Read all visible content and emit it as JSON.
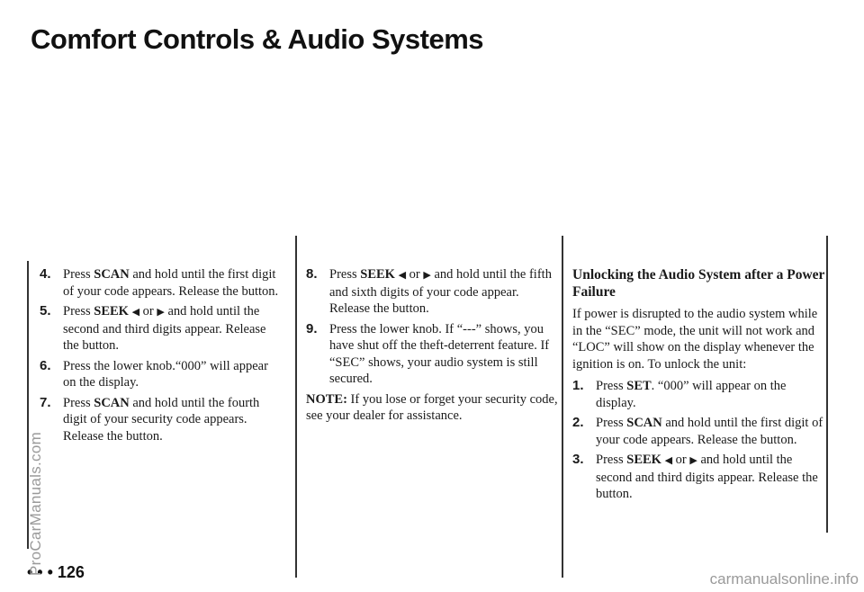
{
  "header": {
    "title": "Comfort Controls & Audio Systems"
  },
  "left_column": {
    "items": [
      {
        "num": "4.",
        "p1": "Press ",
        "b1": "SCAN",
        "p2": " and hold until the first digit of your code appears. Release the button."
      },
      {
        "num": "5.",
        "p1": "Press ",
        "b1": "SEEK",
        "arrow_left": "◀",
        "mid": " or ",
        "arrow_right": "▶",
        "p2": " and hold until the second and third digits appear. Release the button."
      },
      {
        "num": "6.",
        "text": "Press the lower knob.“000” will appear on the display."
      },
      {
        "num": "7.",
        "p1": "Press ",
        "b1": "SCAN",
        "p2": " and hold until the fourth digit of your security code appears. Release the button."
      }
    ]
  },
  "middle_column": {
    "items": [
      {
        "num": "8.",
        "p1": "Press ",
        "b1": "SEEK",
        "arrow_left": "◀",
        "mid": " or ",
        "arrow_right": "▶",
        "p2": " and hold until the fifth and sixth digits of your code appear. Release the button."
      },
      {
        "num": "9.",
        "text": "Press the lower knob. If “---” shows, you have shut off the theft-deterrent feature. If “SEC” shows, your audio system is still secured."
      }
    ],
    "note_label": "NOTE:",
    "note_text": " If you lose or forget your security code, see your dealer for assistance."
  },
  "right_column": {
    "heading": "Unlocking the Audio System after a Power Failure",
    "paragraph": "If power is disrupted to the audio system while in the “SEC” mode, the unit will not work and “LOC” will show on the display whenever the ignition is on. To unlock the unit:",
    "items": [
      {
        "num": "1.",
        "p1": "Press ",
        "b1": "SET",
        "p2": ". “000” will appear on the display."
      },
      {
        "num": "2.",
        "p1": "Press ",
        "b1": "SCAN",
        "p2": " and hold until the first digit of your code appears. Release the button."
      },
      {
        "num": "3.",
        "p1": "Press ",
        "b1": "SEEK",
        "arrow_left": "◀",
        "mid": " or ",
        "arrow_right": "▶",
        "p2": " and hold until the second and third digits appear. Release the button."
      }
    ]
  },
  "footer": {
    "page_number": "• • • 126"
  },
  "watermarks": {
    "side": "ProCarManuals.com",
    "bottom": "carmanualsonline.info"
  }
}
